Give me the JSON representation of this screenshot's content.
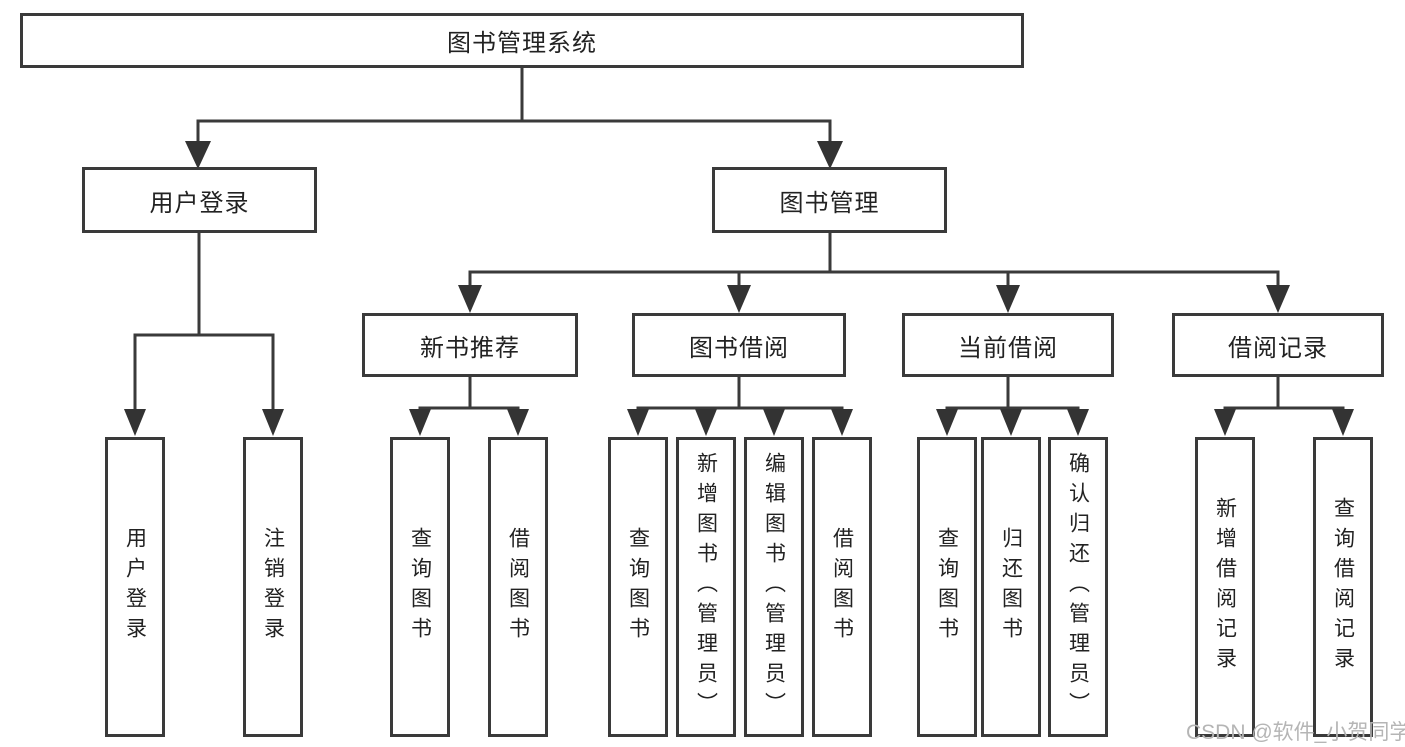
{
  "watermark": "CSDN @软件_小贺同学",
  "colors": {
    "line": "#3a3a3a",
    "text": "#222222",
    "box_background": "#ffffff",
    "watermark": "#b5b5b5"
  },
  "diagram": {
    "title": "图书管理系统",
    "branches": {
      "user_login": {
        "label": "用户登录",
        "leaves": [
          "用户登录",
          "注销登录"
        ]
      },
      "book_management": {
        "label": "图书管理",
        "sections": [
          {
            "label": "新书推荐",
            "leaves": [
              "查询图书",
              "借阅图书"
            ]
          },
          {
            "label": "图书借阅",
            "leaves": [
              "查询图书",
              "新增图书（管理员）",
              "编辑图书（管理员）",
              "借阅图书"
            ]
          },
          {
            "label": "当前借阅",
            "leaves": [
              "查询图书",
              "归还图书",
              "确认归还（管理员）"
            ]
          },
          {
            "label": "借阅记录",
            "leaves": [
              "新增借阅记录",
              "查询借阅记录"
            ]
          }
        ]
      }
    }
  }
}
